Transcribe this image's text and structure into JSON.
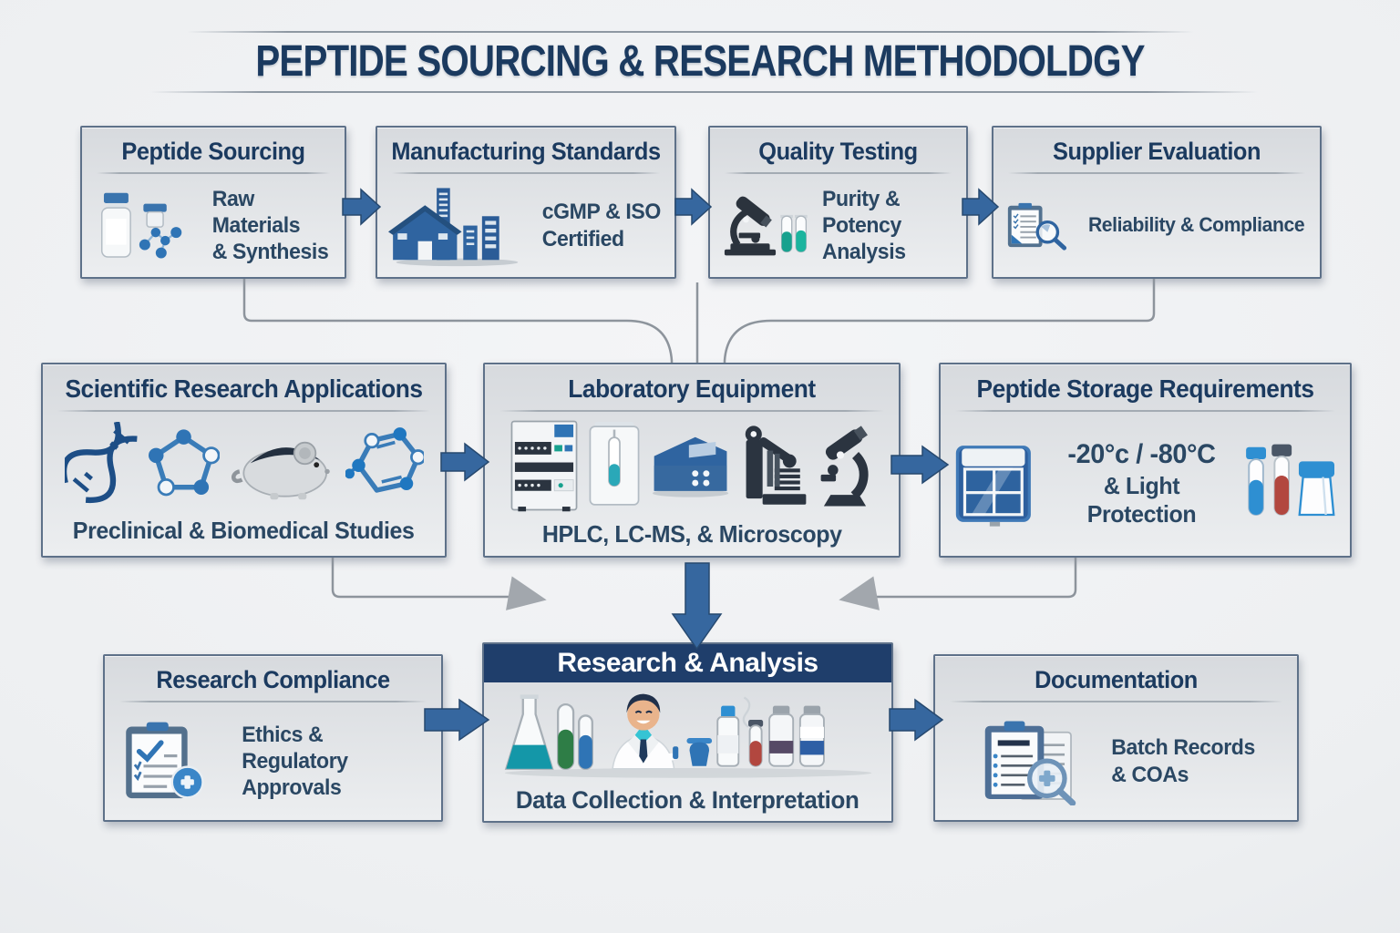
{
  "title": "PEPTIDE SOURCING & RESEARCH METHODOLDGY",
  "boxes": {
    "sourcing": {
      "title": "Peptide Sourcing",
      "lines": [
        "Raw Materials",
        "& Synthesis"
      ],
      "icons": [
        "vial-icon",
        "molecule-icon"
      ]
    },
    "manufacturing": {
      "title": "Manufacturing Standards",
      "lines": [
        "cGMP & ISO",
        "Certified"
      ],
      "icons": [
        "factory-icon"
      ]
    },
    "quality": {
      "title": "Quality Testing",
      "lines": [
        "Purity & Potency",
        "Analysis"
      ],
      "icons": [
        "microscope-icon",
        "test-tubes-icon"
      ]
    },
    "supplier": {
      "title": "Supplier Evaluation",
      "lines": [
        "Reliability & Compliance"
      ],
      "icons": [
        "clipboard-magnifier-icon"
      ]
    },
    "applications": {
      "title": "Scientific Research Applications",
      "lines": [
        "Preclinical & Biomedical Studies"
      ],
      "icons": [
        "dna-icon",
        "molecule-ring-icon",
        "mouse-icon",
        "chemical-structure-icon"
      ]
    },
    "equipment": {
      "title": "Laboratory Equipment",
      "lines": [
        "HPLC, LC-MS, & Microscopy"
      ],
      "icons": [
        "hplc-icon",
        "sample-cabinet-icon",
        "analyzer-icon",
        "robotic-arm-icon",
        "microscope-icon"
      ]
    },
    "storage": {
      "title": "Peptide Storage Requirements",
      "lines": [
        "-20°c / -80°C",
        "& Light Protection"
      ],
      "icons": [
        "freezer-icon",
        "test-tubes-jar-icon"
      ]
    },
    "compliance": {
      "title": "Research Compliance",
      "lines": [
        "Ethics & Regulatory",
        "Approvals"
      ],
      "icons": [
        "clipboard-check-badge-icon"
      ]
    },
    "analysis": {
      "title": "Research & Analysis",
      "lines": [
        "Data Collection & Interpretation"
      ],
      "icons": [
        "flask-icon",
        "test-tubes-icon",
        "scientist-icon",
        "vials-icon"
      ]
    },
    "documentation": {
      "title": "Documentation",
      "lines": [
        "Batch Records",
        "& COAs"
      ],
      "icons": [
        "documents-magnifier-icon"
      ]
    }
  },
  "connections": [
    {
      "from": "sourcing",
      "to": "manufacturing",
      "style": "blue-arrow"
    },
    {
      "from": "manufacturing",
      "to": "quality",
      "style": "blue-arrow"
    },
    {
      "from": "quality",
      "to": "supplier",
      "style": "blue-arrow"
    },
    {
      "from": "sourcing",
      "to": "equipment",
      "style": "elbow-line"
    },
    {
      "from": "quality",
      "to": "equipment",
      "style": "line"
    },
    {
      "from": "supplier",
      "to": "equipment",
      "style": "elbow-line"
    },
    {
      "from": "applications",
      "to": "equipment",
      "style": "blue-arrow"
    },
    {
      "from": "equipment",
      "to": "storage",
      "style": "blue-arrow"
    },
    {
      "from": "applications",
      "to": "analysis",
      "style": "gray-arrow"
    },
    {
      "from": "storage",
      "to": "analysis",
      "style": "gray-arrow"
    },
    {
      "from": "equipment",
      "to": "analysis",
      "style": "blue-down-arrow"
    },
    {
      "from": "compliance",
      "to": "analysis",
      "style": "blue-arrow"
    },
    {
      "from": "analysis",
      "to": "documentation",
      "style": "blue-arrow"
    }
  ],
  "colors": {
    "background": "#eef0f2",
    "box_top": "#d7dade",
    "box_bottom": "#eceef0",
    "box_border": "#5e7189",
    "heading_navy": "#1b3a5f",
    "subtitle_navy": "#2a4763",
    "divider_gray": "#a3abb3",
    "arrow_blue": "#36679f",
    "arrow_blue_dark": "#27496f",
    "arrow_gray": "#a2a7ad",
    "connector_gray": "#8d949c",
    "banner_navy": "#1f3e6b",
    "banner_text": "#ffffff"
  }
}
